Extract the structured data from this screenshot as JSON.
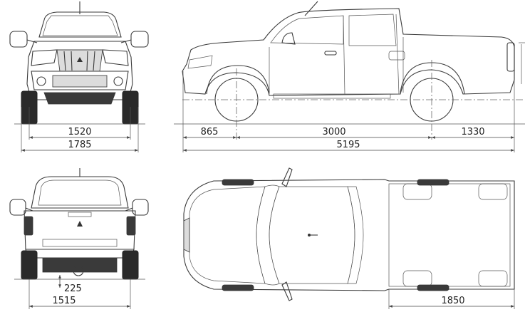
{
  "dimensions": {
    "front_track": "1520",
    "overall_width": "1785",
    "front_overhang": "865",
    "wheelbase": "3000",
    "rear_overhang": "1330",
    "overall_length": "5195",
    "ground_clearance": "225",
    "rear_track": "1515",
    "bed_width": "1850"
  }
}
